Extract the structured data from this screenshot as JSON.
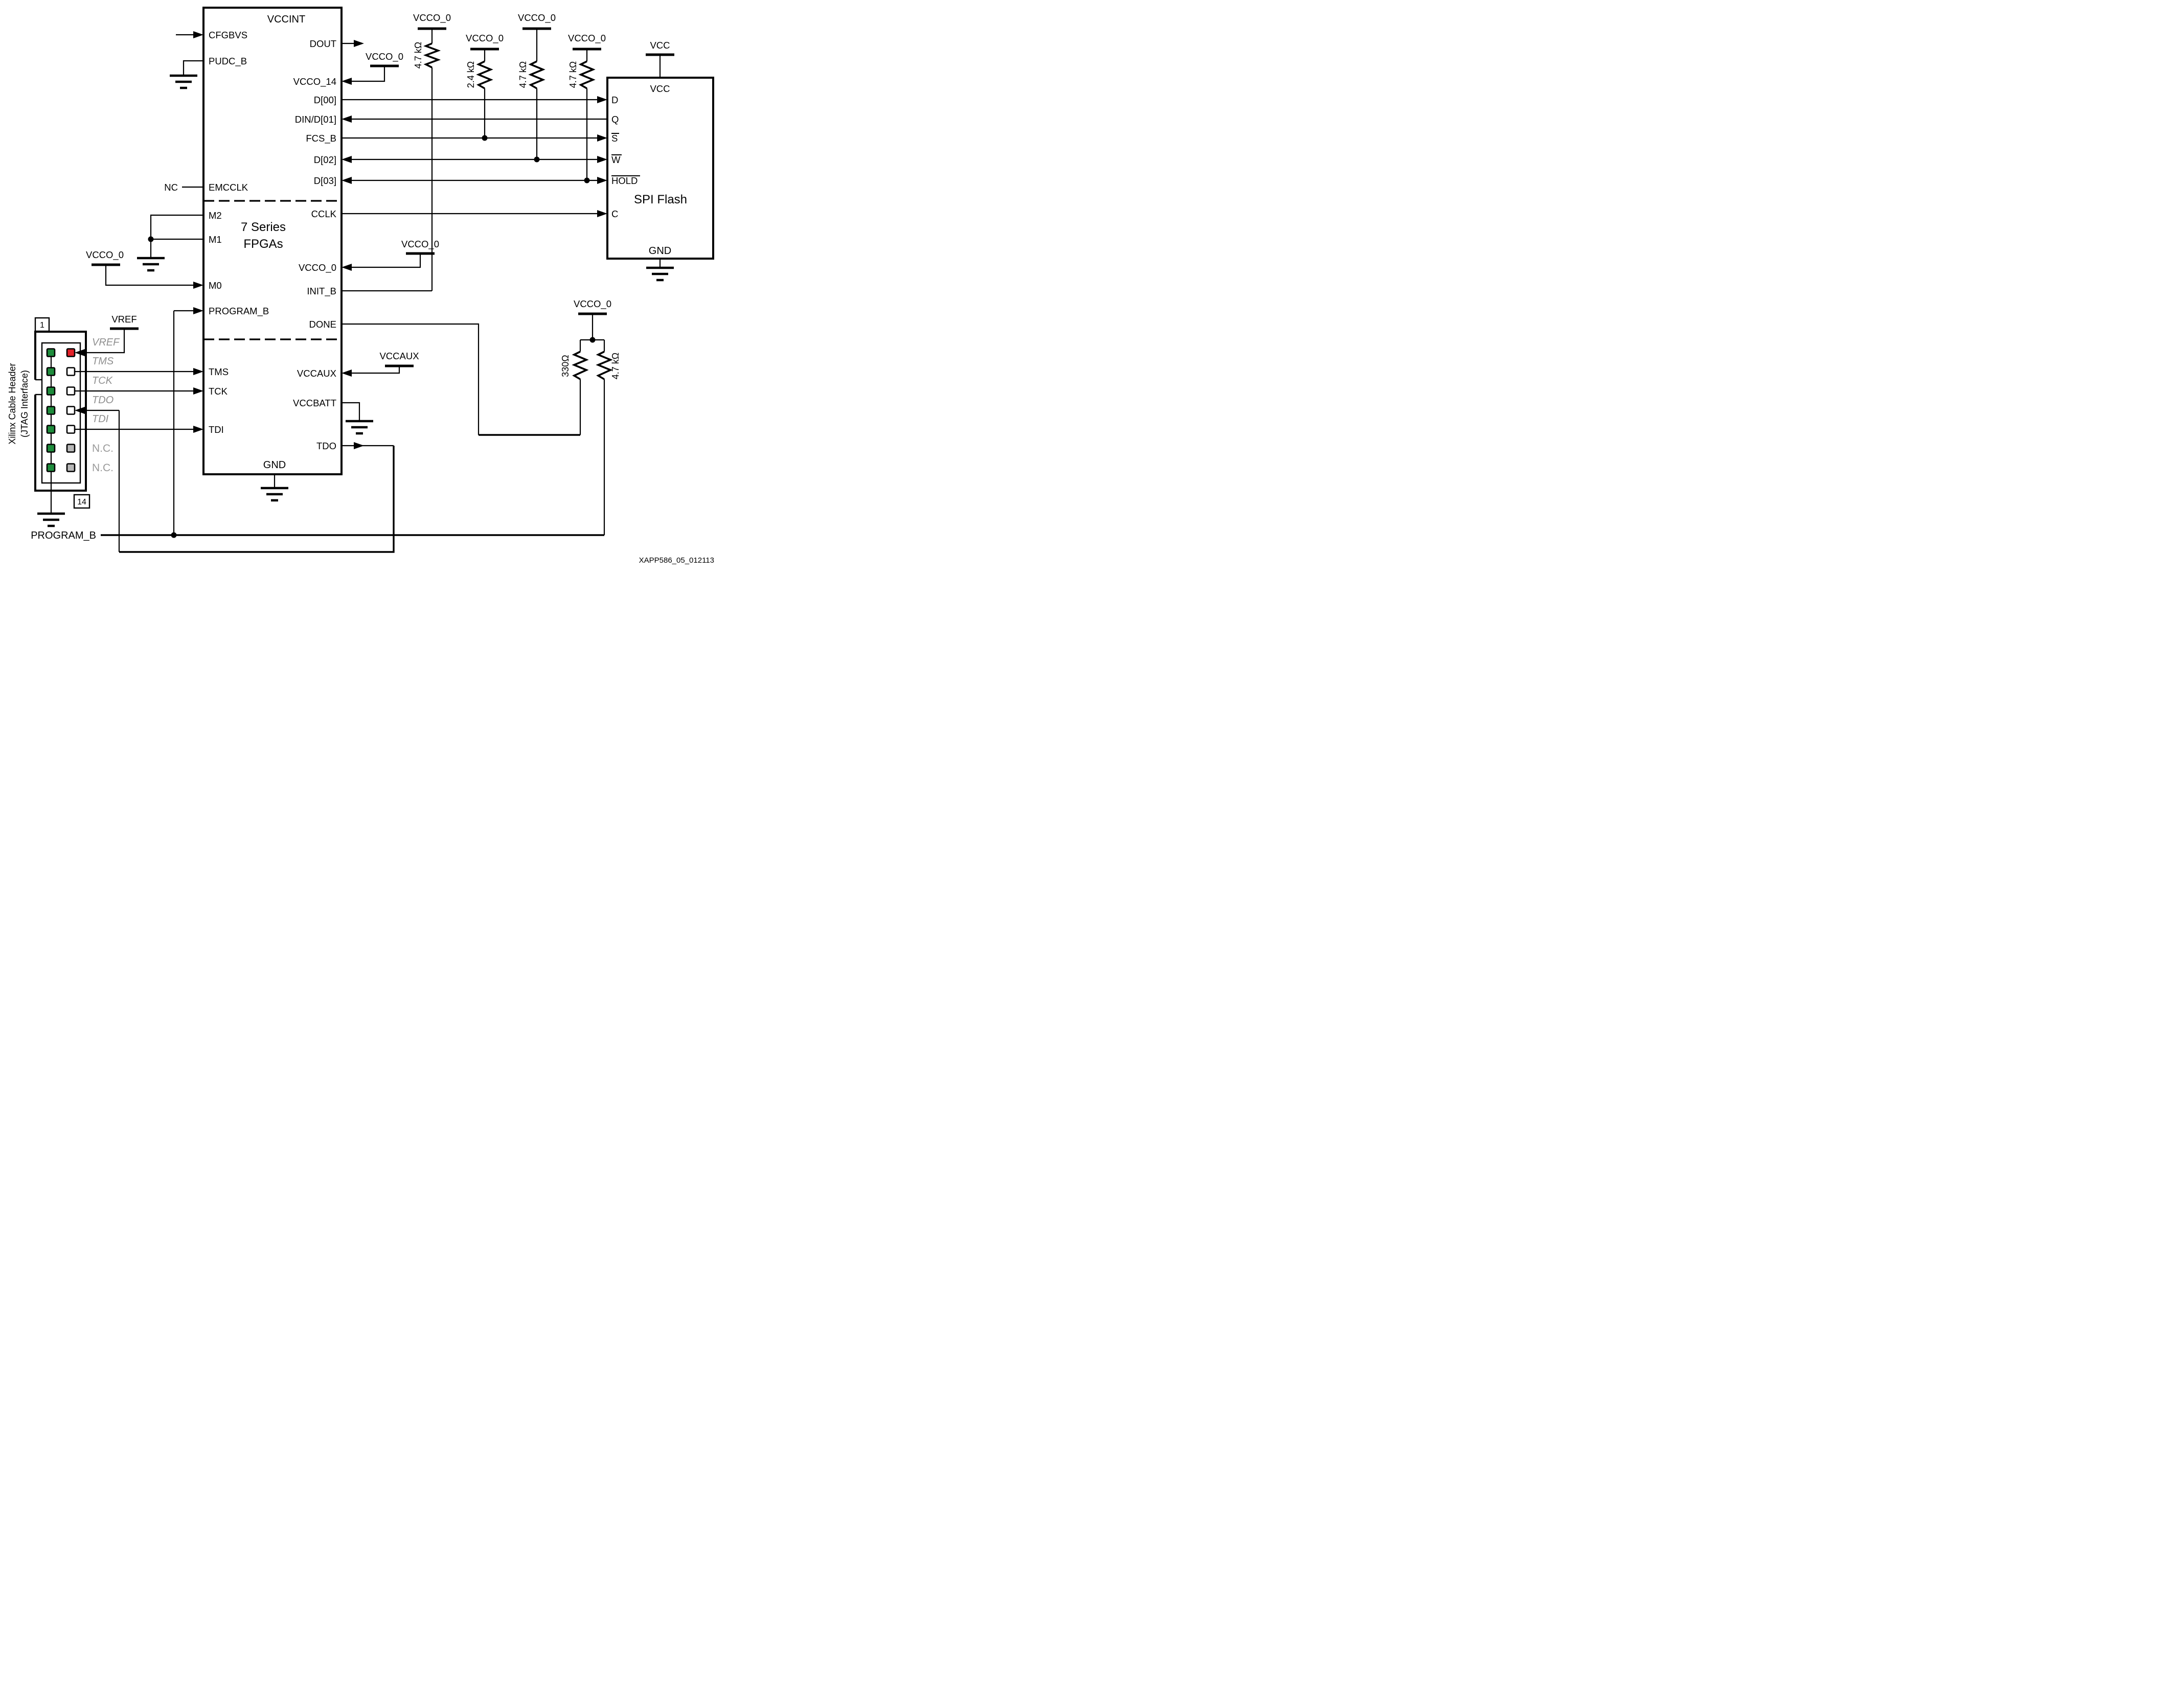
{
  "colors": {
    "line": "#000000",
    "gray_text": "#8f8f8f",
    "pin_green": "#1e8c3c",
    "pin_red": "#e32128",
    "pin_gray": "#b8b8b8",
    "pin_white": "#ffffff"
  },
  "fpga": {
    "power_top": "VCCINT",
    "title_line1": "7 Series",
    "title_line2": "FPGAs",
    "gnd": "GND",
    "pins_left": [
      "CFGBVS",
      "PUDC_B",
      "EMCCLK",
      "M2",
      "M1",
      "M0",
      "PROGRAM_B",
      "TMS",
      "TCK",
      "TDI"
    ],
    "pins_right": [
      "DOUT",
      "VCCO_14",
      "D[00]",
      "DIN/D[01]",
      "FCS_B",
      "D[02]",
      "D[03]",
      "CCLK",
      "VCCO_0",
      "INIT_B",
      "DONE",
      "VCCAUX",
      "VCCBATT",
      "TDO"
    ]
  },
  "spi_flash": {
    "title": "SPI Flash",
    "power": "VCC",
    "gnd": "GND",
    "pins": [
      "D",
      "Q",
      "S",
      "W",
      "HOLD",
      "C"
    ]
  },
  "jtag": {
    "label_line1": "Xilinx Cable Header",
    "label_line2": "(JTAG Interface)",
    "pin_first": "1",
    "pin_last": "14",
    "signals": [
      "VREF",
      "TMS",
      "TCK",
      "TDO",
      "TDI",
      "N.C.",
      "N.C."
    ]
  },
  "supplies": {
    "vcco_0": "VCCO_0",
    "vcc": "VCC",
    "vccaux": "VCCAUX",
    "vref": "VREF"
  },
  "resistors": {
    "r1": "4.7 kΩ",
    "r2": "2.4 kΩ",
    "r3": "4.7 kΩ",
    "r4": "4.7 kΩ",
    "r5": "330Ω",
    "r6": "4.7 kΩ"
  },
  "labels": {
    "nc": "NC",
    "program_b": "PROGRAM_B",
    "doc_id": "XAPP586_05_012113"
  }
}
